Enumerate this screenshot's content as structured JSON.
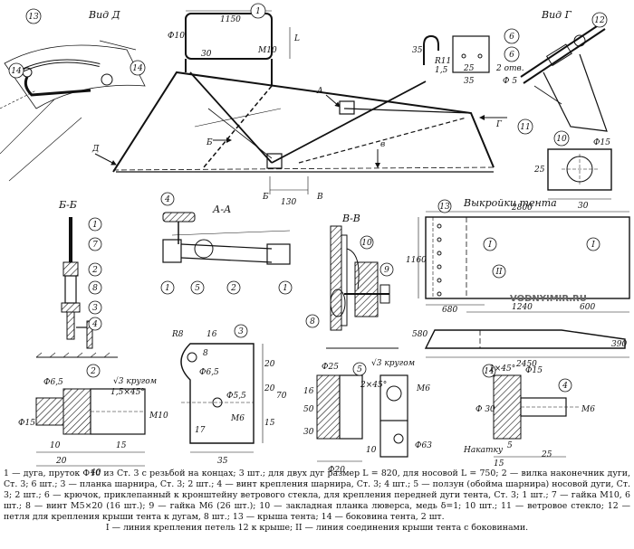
{
  "views": {
    "vid_d": "Вид Д",
    "vid_g": "Вид Г",
    "section_bb": "Б-Б",
    "section_aa": "А-А",
    "section_vv": "В-В",
    "patterns_title": "Выкройки тента",
    "watermark": "VODNYIMIR.RU"
  },
  "labels": {
    "phi10": "Ф10",
    "len1150": "1150",
    "m10": "М10",
    "L": "L",
    "thirty": "30",
    "r11": "R11",
    "d35a": "35",
    "d15a": "1,5",
    "d25a": "25",
    "d35b": "35",
    "holes": "2 отв.",
    "phi5": "Ф 5",
    "arrA": "А",
    "arrB": "Б",
    "arrV": "в",
    "arrG": "Г",
    "arrD": "Д",
    "bB": "Б",
    "d130": "130",
    "vV": "В",
    "d25b": "25",
    "phi15": "Ф15",
    "d30": "30",
    "d2800": "2800",
    "d1160": "1160",
    "d680": "680",
    "d1240": "1240",
    "d600": "600",
    "d580": "580",
    "d390": "390",
    "d2450": "2450",
    "r8": "R8",
    "d16": "16",
    "d8": "8",
    "phi65": "Ф6,5",
    "d20a": "20",
    "d20b": "20",
    "d15b": "15",
    "d70": "70",
    "d17": "17",
    "d35c": "35",
    "m6a": "М6",
    "phi55": "Ф5,5",
    "phi25": "Ф25",
    "tri3": "√3 кругом",
    "c2": "2×45°",
    "m6b": "М6",
    "d50": "50",
    "d16b": "16",
    "d30b": "30",
    "d10": "10",
    "phi20": "Ф20",
    "phi63": "Ф63",
    "phi65b": "Ф6,5",
    "tri3b": "√3 кругом",
    "c15": "1,5×45°",
    "phi15b": "Ф15",
    "m10b": "М10",
    "d10b": "10",
    "d20c": "20",
    "d15c": "15",
    "d40": "40",
    "c1": "1×45°",
    "phi15c": "Ф15",
    "phi30": "Ф 30",
    "m6c": "М6",
    "nakatu": "Накатку",
    "d5": "5",
    "d25c": "25",
    "d15d": "15",
    "romanI": "I",
    "romanI2": "I",
    "romanII": "II"
  },
  "parts": [
    "1",
    "2",
    "3",
    "4",
    "5",
    "6",
    "7",
    "8",
    "9",
    "10",
    "11",
    "12",
    "13",
    "14"
  ],
  "legend": {
    "line1": "1 — дуга, пруток Ф10 из Ст. 3 с резьбой на концах; 3 шт.; для двух дуг размер L = 820, для носовой L = 750; 2 — вилка наконечник дуги, Ст. 3; 6 шт.; 3 — планка шарнира, Ст. 3; 2 шт.; 4 — винт крепления шарнира, Ст. 3; 4 шт.; 5 — ползун (обойма шарнира) носовой дуги, Ст. 3; 2 шт.; 6 — крючок, приклепанный к кронштейну ветрового стекла, для крепления передней дуги тента, Ст. 3; 1 шт.; 7 — гайка М10, 6 шт.; 8 — винт М5×20 (16 шт.); 9 — гайка М6 (26 шт.); 10 — закладная планка люверса, медь δ=1; 10 шт.; 11 — ветровое стекло; 12 — петля для крепления крыши тента к дугам, 8 шт.; 13 — крыша тента; 14 — боковина тента, 2 шт.",
    "line2": "I — линия крепления петель 12 к крыше; II — линия соединения крыши тента с боковинами."
  }
}
